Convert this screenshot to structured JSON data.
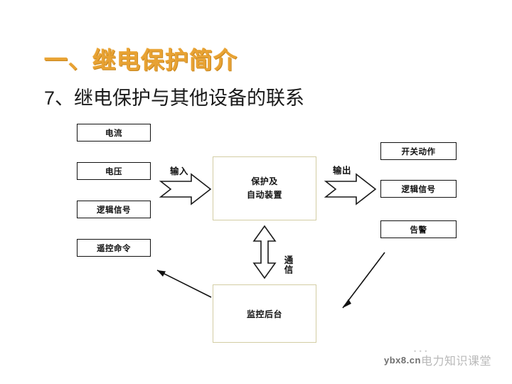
{
  "slide": {
    "title": "一、继电保护简介",
    "subtitle": "7、继电保护与其他设备的联系",
    "title_color": "#e8a233",
    "accent_border_color": "#d3cda4"
  },
  "diagram": {
    "inputs": [
      {
        "label": "电流"
      },
      {
        "label": "电压"
      },
      {
        "label": "逻辑信号"
      },
      {
        "label": "遥控命令"
      }
    ],
    "outputs": [
      {
        "label": "开关动作"
      },
      {
        "label": "逻辑信号"
      },
      {
        "label": "告警"
      }
    ],
    "center_box": {
      "line1": "保护及",
      "line2": "自动装置"
    },
    "bottom_box": {
      "label": "监控后台"
    },
    "input_arrow_label": "输入",
    "output_arrow_label": "输出",
    "comm_arrow_label": "通信"
  },
  "watermark": {
    "url": "ybx8.cn",
    "site": "电力知识课堂",
    "dots": "• • •"
  }
}
